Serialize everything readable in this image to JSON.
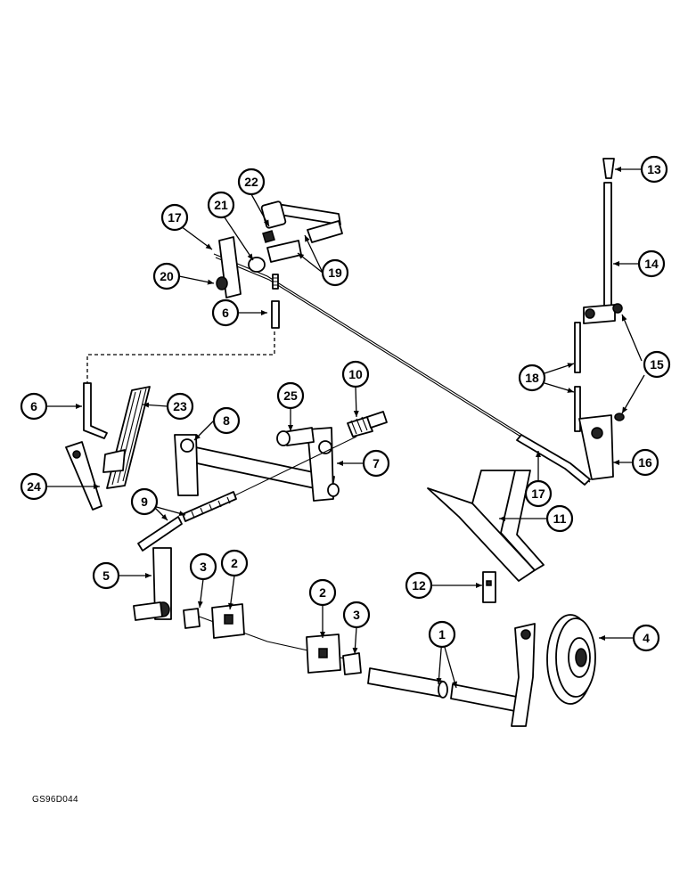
{
  "figure_code": "GS96D044",
  "callouts": [
    "1",
    "2",
    "2",
    "3",
    "3",
    "4",
    "5",
    "6",
    "6",
    "7",
    "8",
    "9",
    "10",
    "11",
    "12",
    "13",
    "14",
    "15",
    "16",
    "17",
    "17",
    "18",
    "19",
    "20",
    "21",
    "22",
    "23",
    "24",
    "25"
  ]
}
